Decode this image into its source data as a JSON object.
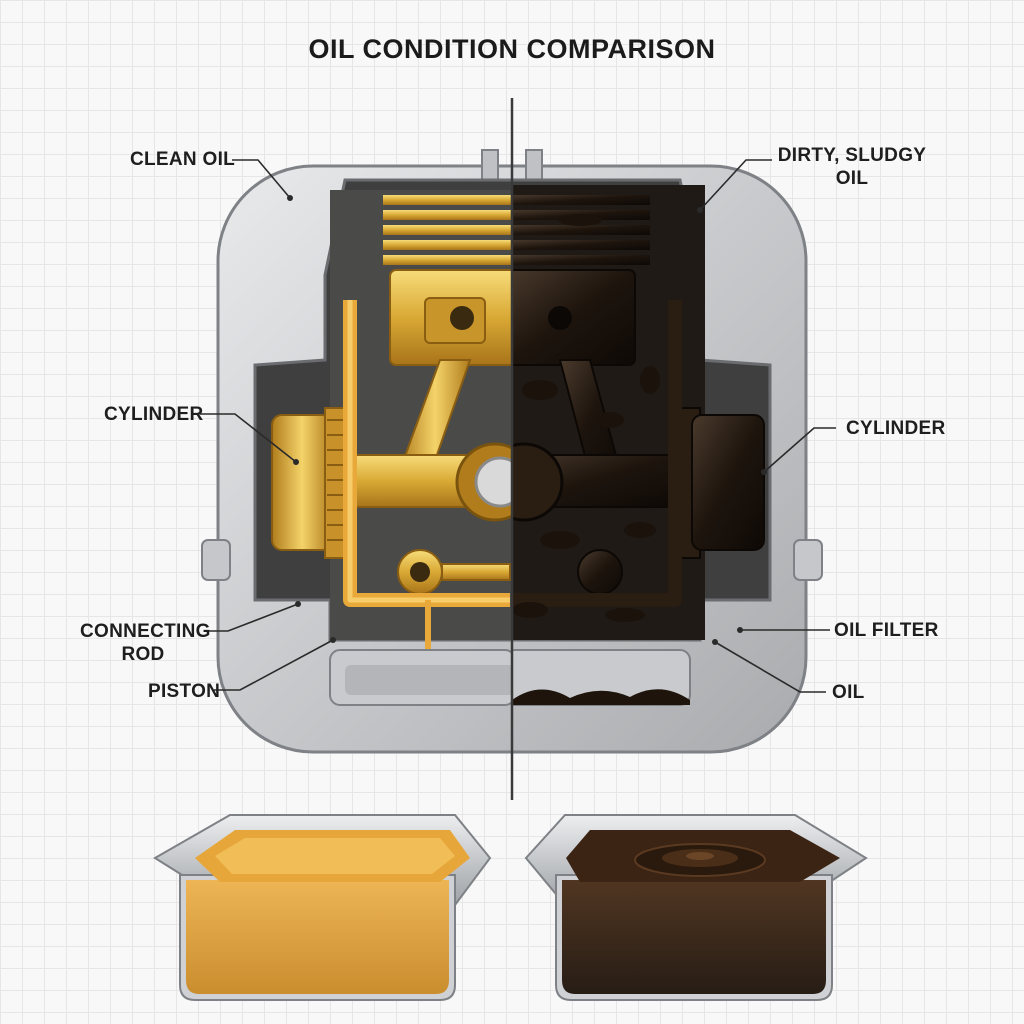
{
  "title": "OIL CONDITION COMPARISON",
  "labels": {
    "clean_oil": "CLEAN OIL",
    "cylinder_left": "CYLINDER",
    "connecting_rod": "CONNECTING\nROD",
    "piston": "PISTON",
    "dirty_oil": "DIRTY, SLUDGY\nOIL",
    "cylinder_right": "CYLINDER",
    "oil_filter": "OIL FILTER",
    "oil": "OIL"
  },
  "colors": {
    "clean_oil": "#e8a93a",
    "gold_parts": "#d4a530",
    "dirty_oil": "#2a1d12",
    "housing": "#c9cbcf",
    "pan": "#b8babd"
  },
  "icons": {
    "engine": "engine-cutaway-illustration",
    "clean_pan": "clean-oil-pan",
    "dirty_pan": "dirty-oil-pan"
  }
}
